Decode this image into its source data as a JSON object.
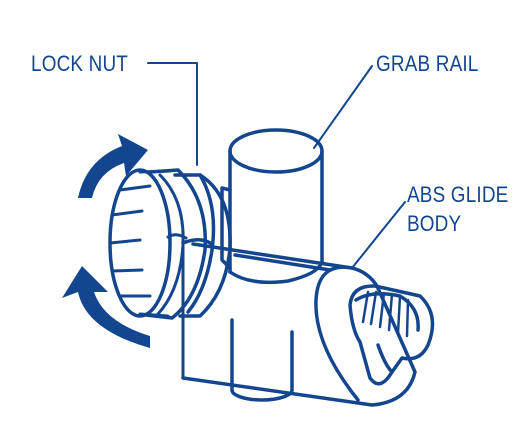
{
  "diagram": {
    "labels": {
      "lock_nut": "LOCK NUT",
      "grab_rail": "GRAB RAIL",
      "abs_glide_body_line1": "ABS GLIDE",
      "abs_glide_body_line2": "BODY"
    },
    "colors": {
      "ink": "#13468f",
      "background": "#ffffff"
    },
    "icons": [
      "rotate-clockwise-arrow-icon",
      "rotate-counterclockwise-arrow-icon"
    ]
  }
}
